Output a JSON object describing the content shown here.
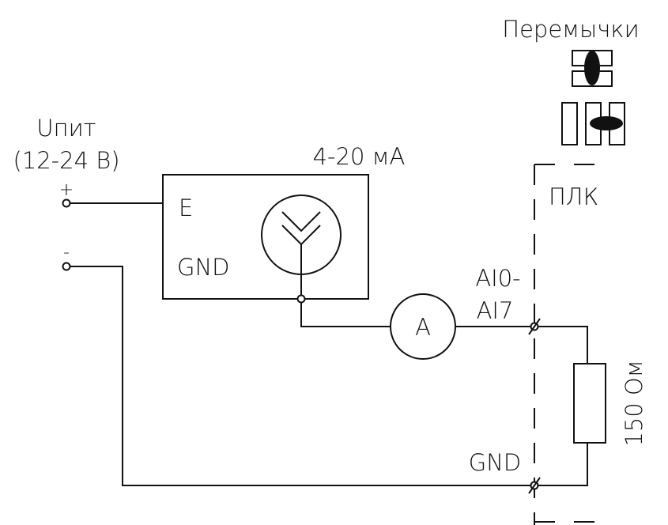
{
  "labels": {
    "jumpers": "Перемычки",
    "supply_line1": "Uпит",
    "supply_line2": "(12-24 В)",
    "plus": "+",
    "minus": "-",
    "current_range": "4-20 мА",
    "sensor_e": "E",
    "sensor_gnd": "GND",
    "plc": "ПЛК",
    "ai_line1": "AI0-",
    "ai_line2": "AI7",
    "ammeter": "A",
    "plc_gnd": "GND",
    "resistor_value": "150 Ом"
  },
  "colors": {
    "line": "#111111",
    "background": "#ffffff"
  }
}
